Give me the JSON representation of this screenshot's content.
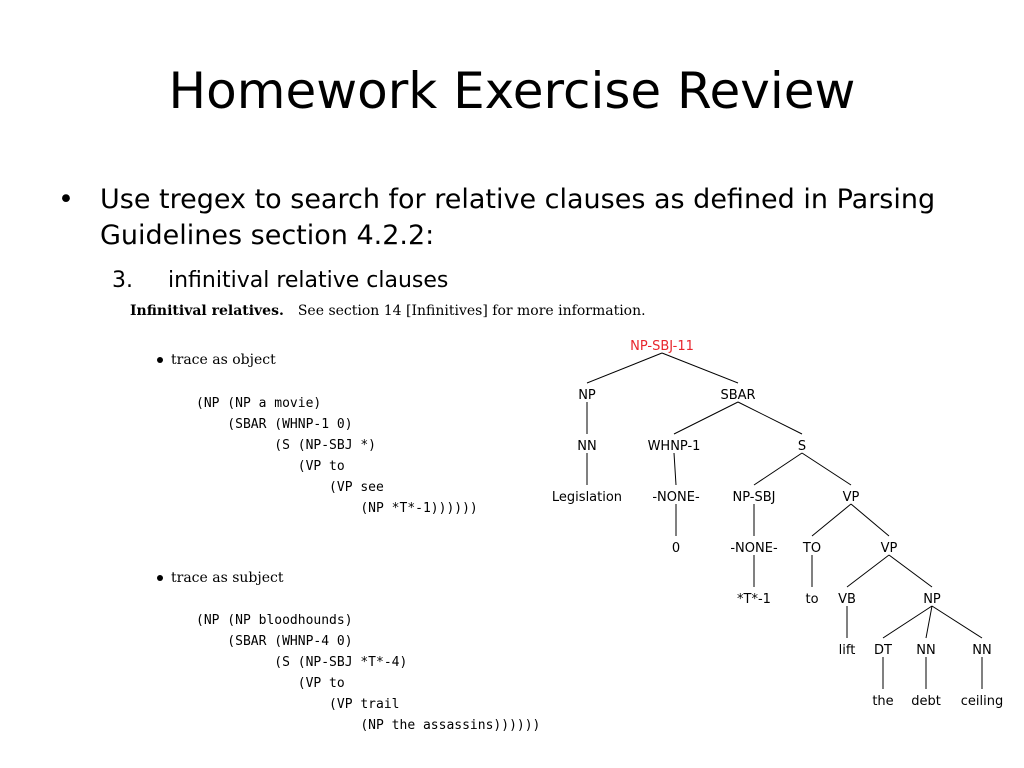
{
  "title": "Homework Exercise Review",
  "bullet": "Use tregex to search for relative clauses as defined in Parsing Guidelines section 4.2.2:",
  "subitem": {
    "number": "3.",
    "text": "infinitival relative clauses"
  },
  "figure": {
    "heading_bold": "Infinitival relatives.",
    "heading_rest": "See section 14 [Infinitives] for more information.",
    "trace_object": {
      "label": "trace as object",
      "code": [
        "(NP (NP a movie)",
        "    (SBAR (WHNP-1 0)",
        "          (S (NP-SBJ *)",
        "             (VP to",
        "                 (VP see",
        "                     (NP *T*-1))))))"
      ]
    },
    "trace_subject": {
      "label": "trace as subject",
      "code": [
        "(NP (NP bloodhounds)",
        "    (SBAR (WHNP-4 0)",
        "          (S (NP-SBJ *T*-4)",
        "             (VP to",
        "                 (VP trail",
        "                     (NP the assassins))))))"
      ]
    },
    "tree": {
      "root_color": "#e8262d",
      "nodes": [
        {
          "id": "root",
          "label": "NP-SBJ-11"
        },
        {
          "id": "np",
          "label": "NP"
        },
        {
          "id": "sbar",
          "label": "SBAR"
        },
        {
          "id": "nn1",
          "label": "NN"
        },
        {
          "id": "whnp",
          "label": "WHNP-1"
        },
        {
          "id": "s",
          "label": "S"
        },
        {
          "id": "legislation",
          "label": "Legislation"
        },
        {
          "id": "none1",
          "label": "-NONE-"
        },
        {
          "id": "npsbj",
          "label": "NP-SBJ"
        },
        {
          "id": "vp1",
          "label": "VP"
        },
        {
          "id": "zero",
          "label": "0"
        },
        {
          "id": "none2",
          "label": "-NONE-"
        },
        {
          "id": "to_tag",
          "label": "TO"
        },
        {
          "id": "vp2",
          "label": "VP"
        },
        {
          "id": "t1",
          "label": "*T*-1"
        },
        {
          "id": "to_word",
          "label": "to"
        },
        {
          "id": "vb",
          "label": "VB"
        },
        {
          "id": "np2",
          "label": "NP"
        },
        {
          "id": "lift",
          "label": "lift"
        },
        {
          "id": "dt",
          "label": "DT"
        },
        {
          "id": "nn2",
          "label": "NN"
        },
        {
          "id": "nn3",
          "label": "NN"
        },
        {
          "id": "the",
          "label": "the"
        },
        {
          "id": "debt",
          "label": "debt"
        },
        {
          "id": "ceiling",
          "label": "ceiling"
        }
      ],
      "edges": [
        [
          "root",
          "np"
        ],
        [
          "root",
          "sbar"
        ],
        [
          "np",
          "nn1"
        ],
        [
          "nn1",
          "legislation"
        ],
        [
          "sbar",
          "whnp"
        ],
        [
          "sbar",
          "s"
        ],
        [
          "whnp",
          "none1"
        ],
        [
          "none1",
          "zero"
        ],
        [
          "s",
          "npsbj"
        ],
        [
          "s",
          "vp1"
        ],
        [
          "npsbj",
          "none2"
        ],
        [
          "none2",
          "t1"
        ],
        [
          "vp1",
          "to_tag"
        ],
        [
          "vp1",
          "vp2"
        ],
        [
          "to_tag",
          "to_word"
        ],
        [
          "vp2",
          "vb"
        ],
        [
          "vp2",
          "np2"
        ],
        [
          "vb",
          "lift"
        ],
        [
          "np2",
          "dt"
        ],
        [
          "np2",
          "nn2"
        ],
        [
          "np2",
          "nn3"
        ],
        [
          "dt",
          "the"
        ],
        [
          "nn2",
          "debt"
        ],
        [
          "nn3",
          "ceiling"
        ]
      ]
    }
  }
}
